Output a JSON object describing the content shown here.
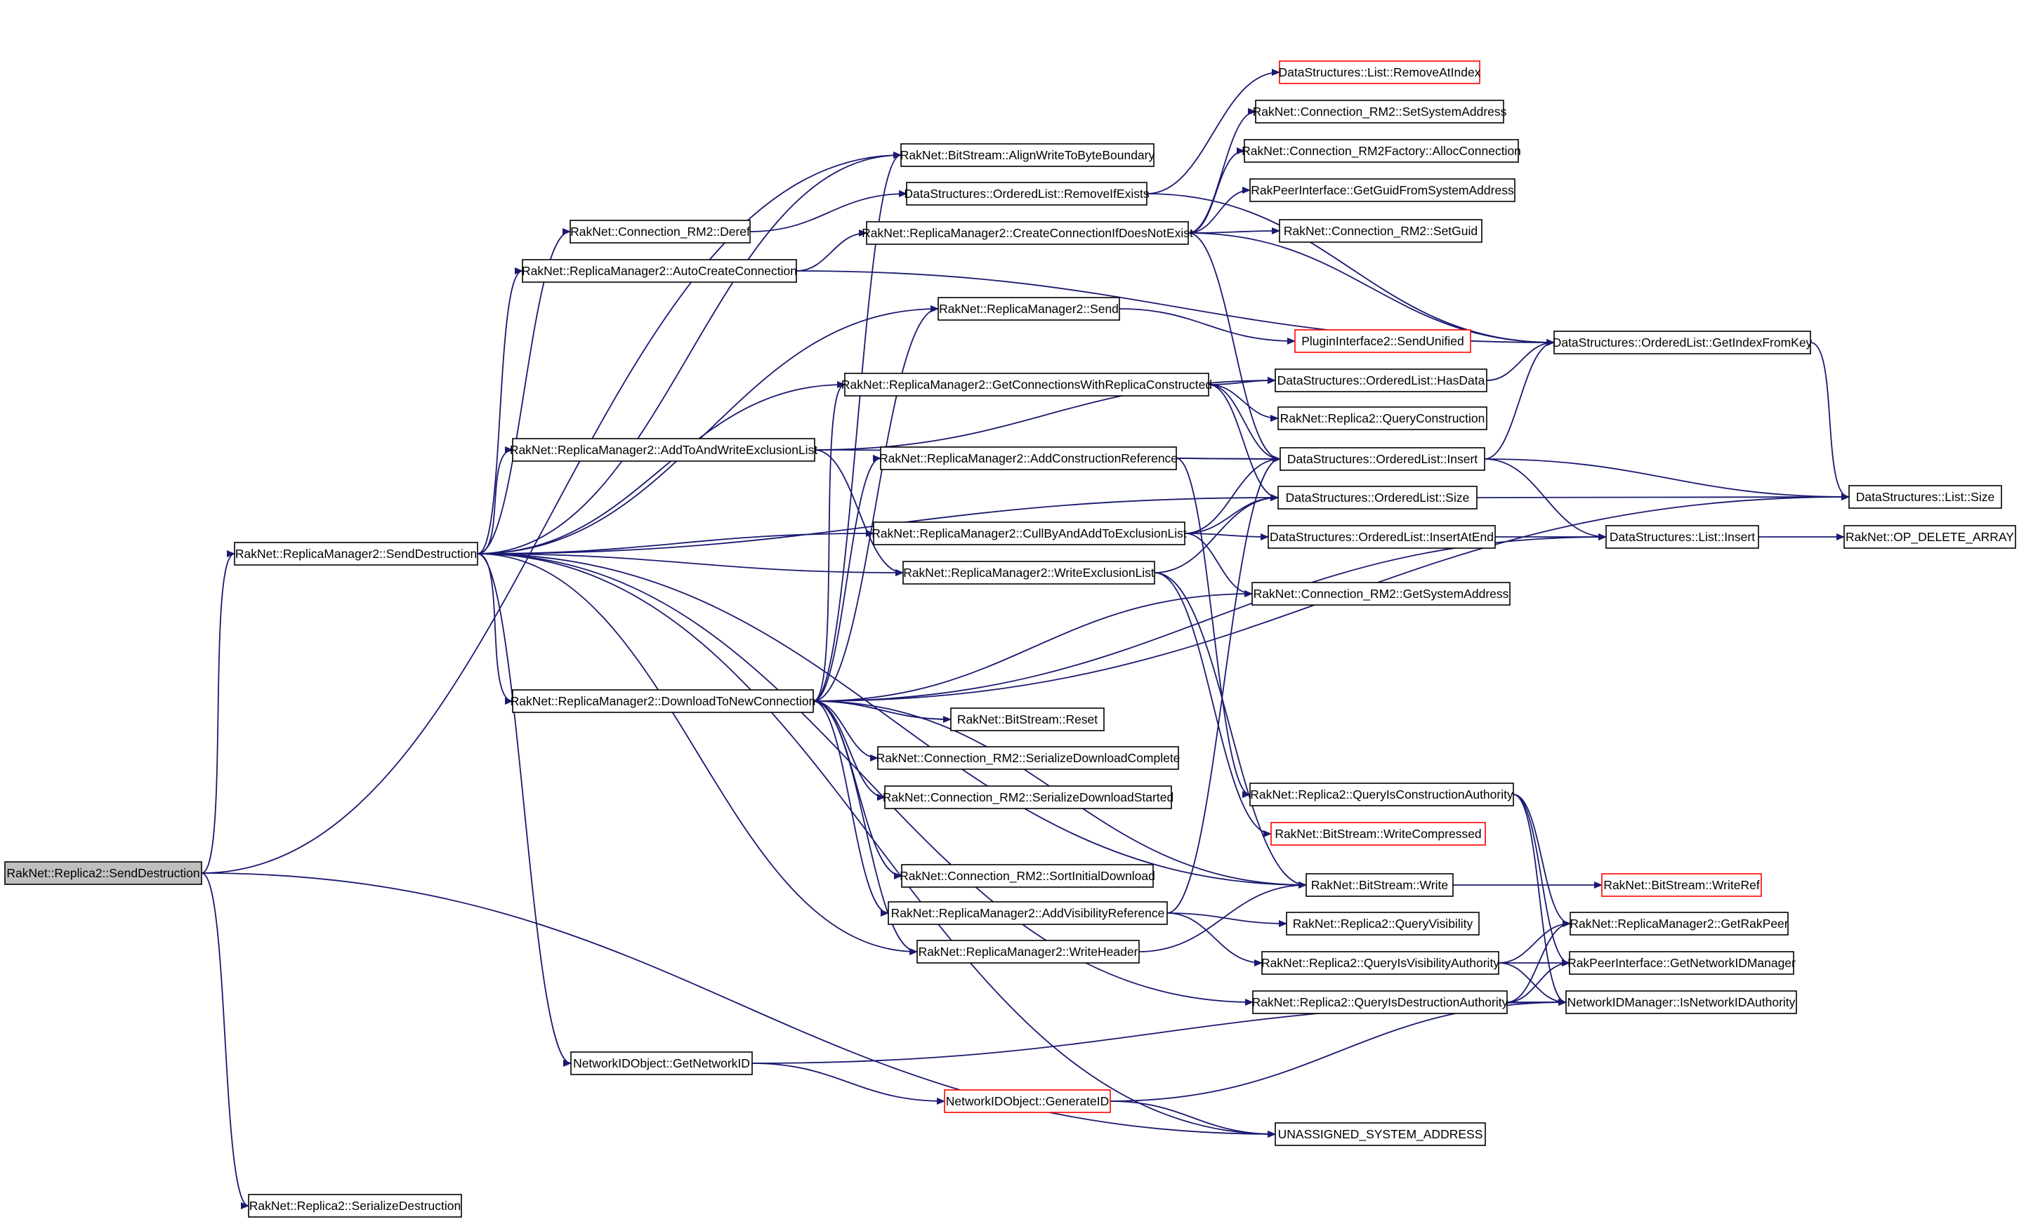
{
  "diagram": {
    "edge_color": "#191970",
    "node_border_color": "#000000",
    "unresolved_node_border_color": "#ff0000",
    "root_fill_color": "#bfbfbf",
    "nodes": [
      {
        "id": "root",
        "label": "RakNet::Replica2::SendDestruction",
        "style": "root"
      },
      {
        "id": "rm2_send_destruction",
        "label": "RakNet::ReplicaManager2::SendDestruction",
        "style": "normal"
      },
      {
        "id": "serialize_destruction",
        "label": "RakNet::Replica2::SerializeDestruction",
        "style": "normal"
      },
      {
        "id": "align_write",
        "label": "RakNet::BitStream::AlignWriteToByteBoundary",
        "style": "normal"
      },
      {
        "id": "conn_deref",
        "label": "RakNet::Connection_RM2::Deref",
        "style": "normal"
      },
      {
        "id": "auto_create_conn",
        "label": "RakNet::ReplicaManager2::AutoCreateConnection",
        "style": "normal"
      },
      {
        "id": "add_write_exclusion",
        "label": "RakNet::ReplicaManager2::AddToAndWriteExclusionList",
        "style": "normal"
      },
      {
        "id": "download_new_conn",
        "label": "RakNet::ReplicaManager2::DownloadToNewConnection",
        "style": "normal"
      },
      {
        "id": "get_network_id",
        "label": "NetworkIDObject::GetNetworkID",
        "style": "normal"
      },
      {
        "id": "ordlist_remove_if_exists",
        "label": "DataStructures::OrderedList::RemoveIfExists",
        "style": "normal"
      },
      {
        "id": "create_conn_if_not_exist",
        "label": "RakNet::ReplicaManager2::CreateConnectionIfDoesNotExist",
        "style": "normal"
      },
      {
        "id": "rm2_send",
        "label": "RakNet::ReplicaManager2::Send",
        "style": "normal"
      },
      {
        "id": "get_conns_with_replica",
        "label": "RakNet::ReplicaManager2::GetConnectionsWithReplicaConstructed",
        "style": "normal"
      },
      {
        "id": "add_construction_ref",
        "label": "RakNet::ReplicaManager2::AddConstructionReference",
        "style": "normal"
      },
      {
        "id": "cull_by_and_add",
        "label": "RakNet::ReplicaManager2::CullByAndAddToExclusionList",
        "style": "normal"
      },
      {
        "id": "write_exclusion_list",
        "label": "RakNet::ReplicaManager2::WriteExclusionList",
        "style": "normal"
      },
      {
        "id": "bitstream_reset",
        "label": "RakNet::BitStream::Reset",
        "style": "normal"
      },
      {
        "id": "serialize_download_complete",
        "label": "RakNet::Connection_RM2::SerializeDownloadComplete",
        "style": "normal"
      },
      {
        "id": "serialize_download_started",
        "label": "RakNet::Connection_RM2::SerializeDownloadStarted",
        "style": "normal"
      },
      {
        "id": "sort_initial_download",
        "label": "RakNet::Connection_RM2::SortInitialDownload",
        "style": "normal"
      },
      {
        "id": "add_visibility_ref",
        "label": "RakNet::ReplicaManager2::AddVisibilityReference",
        "style": "normal"
      },
      {
        "id": "write_header",
        "label": "RakNet::ReplicaManager2::WriteHeader",
        "style": "normal"
      },
      {
        "id": "generate_id",
        "label": "NetworkIDObject::GenerateID",
        "style": "red"
      },
      {
        "id": "list_remove_at_index",
        "label": "DataStructures::List::RemoveAtIndex",
        "style": "red"
      },
      {
        "id": "conn_set_system_address",
        "label": "RakNet::Connection_RM2::SetSystemAddress",
        "style": "normal"
      },
      {
        "id": "factory_alloc_connection",
        "label": "RakNet::Connection_RM2Factory::AllocConnection",
        "style": "normal"
      },
      {
        "id": "get_guid_from_address",
        "label": "RakPeerInterface::GetGuidFromSystemAddress",
        "style": "normal"
      },
      {
        "id": "conn_set_guid",
        "label": "RakNet::Connection_RM2::SetGuid",
        "style": "normal"
      },
      {
        "id": "plugin_send_unified",
        "label": "PluginInterface2::SendUnified",
        "style": "red"
      },
      {
        "id": "ordlist_has_data",
        "label": "DataStructures::OrderedList::HasData",
        "style": "normal"
      },
      {
        "id": "query_construction",
        "label": "RakNet::Replica2::QueryConstruction",
        "style": "normal"
      },
      {
        "id": "ordlist_insert",
        "label": "DataStructures::OrderedList::Insert",
        "style": "normal"
      },
      {
        "id": "ordlist_size",
        "label": "DataStructures::OrderedList::Size",
        "style": "normal"
      },
      {
        "id": "ordlist_insert_at_end",
        "label": "DataStructures::OrderedList::InsertAtEnd",
        "style": "normal"
      },
      {
        "id": "conn_get_system_address",
        "label": "RakNet::Connection_RM2::GetSystemAddress",
        "style": "normal"
      },
      {
        "id": "query_is_construction_authority",
        "label": "RakNet::Replica2::QueryIsConstructionAuthority",
        "style": "normal"
      },
      {
        "id": "write_compressed",
        "label": "RakNet::BitStream::WriteCompressed",
        "style": "red"
      },
      {
        "id": "bitstream_write",
        "label": "RakNet::BitStream::Write",
        "style": "normal"
      },
      {
        "id": "query_visibility",
        "label": "RakNet::Replica2::QueryVisibility",
        "style": "normal"
      },
      {
        "id": "query_is_visibility_authority",
        "label": "RakNet::Replica2::QueryIsVisibilityAuthority",
        "style": "normal"
      },
      {
        "id": "query_is_destruction_authority",
        "label": "RakNet::Replica2::QueryIsDestructionAuthority",
        "style": "normal"
      },
      {
        "id": "unassigned_system_address",
        "label": "UNASSIGNED_SYSTEM_ADDRESS",
        "style": "normal"
      },
      {
        "id": "ordlist_get_index_from_key",
        "label": "DataStructures::OrderedList::GetIndexFromKey",
        "style": "normal"
      },
      {
        "id": "list_insert",
        "label": "DataStructures::List::Insert",
        "style": "normal"
      },
      {
        "id": "write_ref",
        "label": "RakNet::BitStream::WriteRef",
        "style": "red"
      },
      {
        "id": "get_rak_peer",
        "label": "RakNet::ReplicaManager2::GetRakPeer",
        "style": "normal"
      },
      {
        "id": "get_network_id_manager",
        "label": "RakPeerInterface::GetNetworkIDManager",
        "style": "normal"
      },
      {
        "id": "is_network_id_authority",
        "label": "NetworkIDManager::IsNetworkIDAuthority",
        "style": "normal"
      },
      {
        "id": "list_size",
        "label": "DataStructures::List::Size",
        "style": "normal"
      },
      {
        "id": "op_delete_array",
        "label": "RakNet::OP_DELETE_ARRAY",
        "style": "normal"
      }
    ],
    "edges": [
      [
        "root",
        "rm2_send_destruction"
      ],
      [
        "root",
        "align_write"
      ],
      [
        "root",
        "serialize_destruction"
      ],
      [
        "root",
        "unassigned_system_address"
      ],
      [
        "rm2_send_destruction",
        "align_write"
      ],
      [
        "rm2_send_destruction",
        "conn_deref"
      ],
      [
        "rm2_send_destruction",
        "auto_create_conn"
      ],
      [
        "rm2_send_destruction",
        "rm2_send"
      ],
      [
        "rm2_send_destruction",
        "get_conns_with_replica"
      ],
      [
        "rm2_send_destruction",
        "add_write_exclusion"
      ],
      [
        "rm2_send_destruction",
        "ordlist_size"
      ],
      [
        "rm2_send_destruction",
        "cull_by_and_add"
      ],
      [
        "rm2_send_destruction",
        "write_exclusion_list"
      ],
      [
        "rm2_send_destruction",
        "download_new_conn"
      ],
      [
        "rm2_send_destruction",
        "write_header"
      ],
      [
        "rm2_send_destruction",
        "bitstream_write"
      ],
      [
        "rm2_send_destruction",
        "query_is_destruction_authority"
      ],
      [
        "rm2_send_destruction",
        "get_network_id"
      ],
      [
        "rm2_send_destruction",
        "unassigned_system_address"
      ],
      [
        "conn_deref",
        "ordlist_remove_if_exists"
      ],
      [
        "auto_create_conn",
        "create_conn_if_not_exist"
      ],
      [
        "auto_create_conn",
        "ordlist_get_index_from_key"
      ],
      [
        "add_write_exclusion",
        "ordlist_has_data"
      ],
      [
        "add_write_exclusion",
        "ordlist_insert"
      ],
      [
        "add_write_exclusion",
        "write_exclusion_list"
      ],
      [
        "download_new_conn",
        "align_write"
      ],
      [
        "download_new_conn",
        "rm2_send"
      ],
      [
        "download_new_conn",
        "get_conns_with_replica"
      ],
      [
        "download_new_conn",
        "add_construction_ref"
      ],
      [
        "download_new_conn",
        "conn_get_system_address"
      ],
      [
        "download_new_conn",
        "list_insert"
      ],
      [
        "download_new_conn",
        "list_size"
      ],
      [
        "download_new_conn",
        "bitstream_reset"
      ],
      [
        "download_new_conn",
        "serialize_download_complete"
      ],
      [
        "download_new_conn",
        "serialize_download_started"
      ],
      [
        "download_new_conn",
        "sort_initial_download"
      ],
      [
        "download_new_conn",
        "add_visibility_ref"
      ],
      [
        "download_new_conn",
        "write_header"
      ],
      [
        "download_new_conn",
        "bitstream_write"
      ],
      [
        "get_network_id",
        "is_network_id_authority"
      ],
      [
        "get_network_id",
        "generate_id"
      ],
      [
        "generate_id",
        "unassigned_system_address"
      ],
      [
        "generate_id",
        "is_network_id_authority"
      ],
      [
        "ordlist_remove_if_exists",
        "list_remove_at_index"
      ],
      [
        "ordlist_remove_if_exists",
        "ordlist_get_index_from_key"
      ],
      [
        "create_conn_if_not_exist",
        "conn_set_system_address"
      ],
      [
        "create_conn_if_not_exist",
        "factory_alloc_connection"
      ],
      [
        "create_conn_if_not_exist",
        "get_guid_from_address"
      ],
      [
        "create_conn_if_not_exist",
        "conn_set_guid"
      ],
      [
        "create_conn_if_not_exist",
        "ordlist_get_index_from_key"
      ],
      [
        "create_conn_if_not_exist",
        "ordlist_insert"
      ],
      [
        "rm2_send",
        "plugin_send_unified"
      ],
      [
        "get_conns_with_replica",
        "ordlist_has_data"
      ],
      [
        "get_conns_with_replica",
        "query_construction"
      ],
      [
        "get_conns_with_replica",
        "ordlist_insert"
      ],
      [
        "get_conns_with_replica",
        "ordlist_size"
      ],
      [
        "add_construction_ref",
        "ordlist_insert"
      ],
      [
        "add_construction_ref",
        "query_is_construction_authority"
      ],
      [
        "cull_by_and_add",
        "ordlist_insert"
      ],
      [
        "cull_by_and_add",
        "ordlist_size"
      ],
      [
        "cull_by_and_add",
        "ordlist_insert_at_end"
      ],
      [
        "cull_by_and_add",
        "conn_get_system_address"
      ],
      [
        "write_exclusion_list",
        "ordlist_size"
      ],
      [
        "write_exclusion_list",
        "write_compressed"
      ],
      [
        "write_exclusion_list",
        "bitstream_write"
      ],
      [
        "add_visibility_ref",
        "ordlist_insert"
      ],
      [
        "add_visibility_ref",
        "query_visibility"
      ],
      [
        "add_visibility_ref",
        "query_is_visibility_authority"
      ],
      [
        "write_header",
        "bitstream_write"
      ],
      [
        "ordlist_has_data",
        "ordlist_get_index_from_key"
      ],
      [
        "ordlist_insert",
        "ordlist_get_index_from_key"
      ],
      [
        "ordlist_insert",
        "list_insert"
      ],
      [
        "ordlist_insert",
        "list_size"
      ],
      [
        "ordlist_size",
        "list_size"
      ],
      [
        "ordlist_insert_at_end",
        "list_insert"
      ],
      [
        "list_insert",
        "op_delete_array"
      ],
      [
        "ordlist_get_index_from_key",
        "list_size"
      ],
      [
        "bitstream_write",
        "write_ref"
      ],
      [
        "query_is_construction_authority",
        "get_rak_peer"
      ],
      [
        "query_is_construction_authority",
        "get_network_id_manager"
      ],
      [
        "query_is_construction_authority",
        "is_network_id_authority"
      ],
      [
        "query_is_visibility_authority",
        "get_rak_peer"
      ],
      [
        "query_is_visibility_authority",
        "get_network_id_manager"
      ],
      [
        "query_is_visibility_authority",
        "is_network_id_authority"
      ],
      [
        "query_is_destruction_authority",
        "get_rak_peer"
      ],
      [
        "query_is_destruction_authority",
        "get_network_id_manager"
      ],
      [
        "query_is_destruction_authority",
        "is_network_id_authority"
      ]
    ]
  }
}
